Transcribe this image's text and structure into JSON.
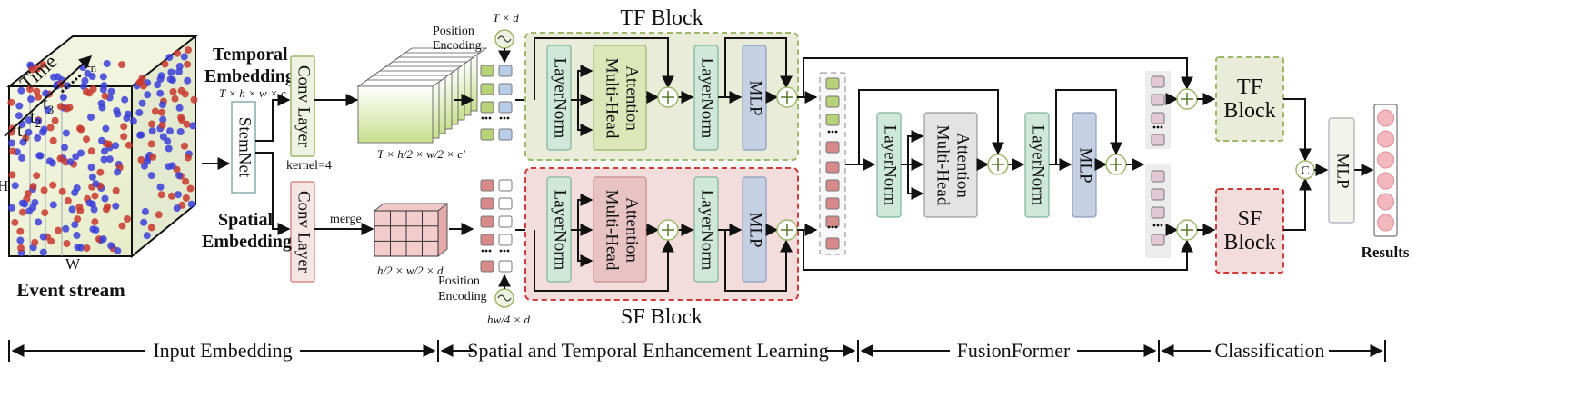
{
  "title": "",
  "input": {
    "time_label": "Time",
    "t1": "t",
    "t2": "t",
    "t3": "t",
    "tn": "t",
    "sub1": "1",
    "sub2": "2",
    "sub3": "3",
    "subn": "n",
    "dots": "......",
    "h_label": "H",
    "w_label": "W",
    "caption": "Event stream"
  },
  "embedding": {
    "temporal_label_1": "Temporal",
    "temporal_label_2": "Embedding",
    "temporal_dim": "T × h × w × c",
    "stemnet": "StemNet",
    "conv_layer": "Conv Layer",
    "kernel": "kernel=4",
    "spatial_label_1": "Spatial",
    "spatial_label_2": "Embedding",
    "merge": "merge",
    "temporal_out_dim": "T × h/2 × w/2 × c'",
    "spatial_out_dim": "h/2 × w/2 × d"
  },
  "position": {
    "top_label_1": "Position",
    "top_label_2": "Encoding",
    "top_dim": "T × d",
    "bottom_label_1": "Position",
    "bottom_label_2": "Encoding",
    "bottom_dim": "hw/4 × d"
  },
  "tf_block": {
    "title": "TF Block",
    "layernorm": "LayerNorm",
    "mha_1": "Multi-Head",
    "mha_2": "Attention",
    "layernorm2": "LayerNorm",
    "mlp": "MLP"
  },
  "sf_block": {
    "title": "SF Block",
    "layernorm": "LayerNorm",
    "mha_1": "Multi-Head",
    "mha_2": "Attention",
    "layernorm2": "LayerNorm",
    "mlp": "MLP"
  },
  "fusion": {
    "layernorm": "LayerNorm",
    "mha_1": "Multi-Head",
    "mha_2": "Attention",
    "layernorm2": "LayerNorm",
    "mlp": "MLP"
  },
  "classification": {
    "tf_block_1": "TF",
    "tf_block_2": "Block",
    "sf_block_1": "SF",
    "sf_block_2": "Block",
    "concat": "C",
    "mlp": "MLP",
    "results": "Results"
  },
  "sections": {
    "input_embedding": "Input Embedding",
    "enhancement": "Spatial and Temporal Enhancement Learning",
    "fusionformer": "FusionFormer",
    "classification": "Classification"
  },
  "colors": {
    "tf_bg": "#e8ecd9",
    "tf_border": "#9cb86b",
    "sf_bg": "#f3dcdc",
    "sf_border": "#d03b3b",
    "layernorm": "#cfe8da",
    "mha_tf": "#dde6b8",
    "mha_sf": "#e7c3c3",
    "mha_fusion": "#e3e3e3",
    "mlp": "#c6d0e3",
    "token_green": "#b8d27a",
    "token_red": "#d88a8a",
    "token_blue": "#b9cde8",
    "token_pink": "#e2c8d4",
    "result": "#f2b8bd"
  }
}
